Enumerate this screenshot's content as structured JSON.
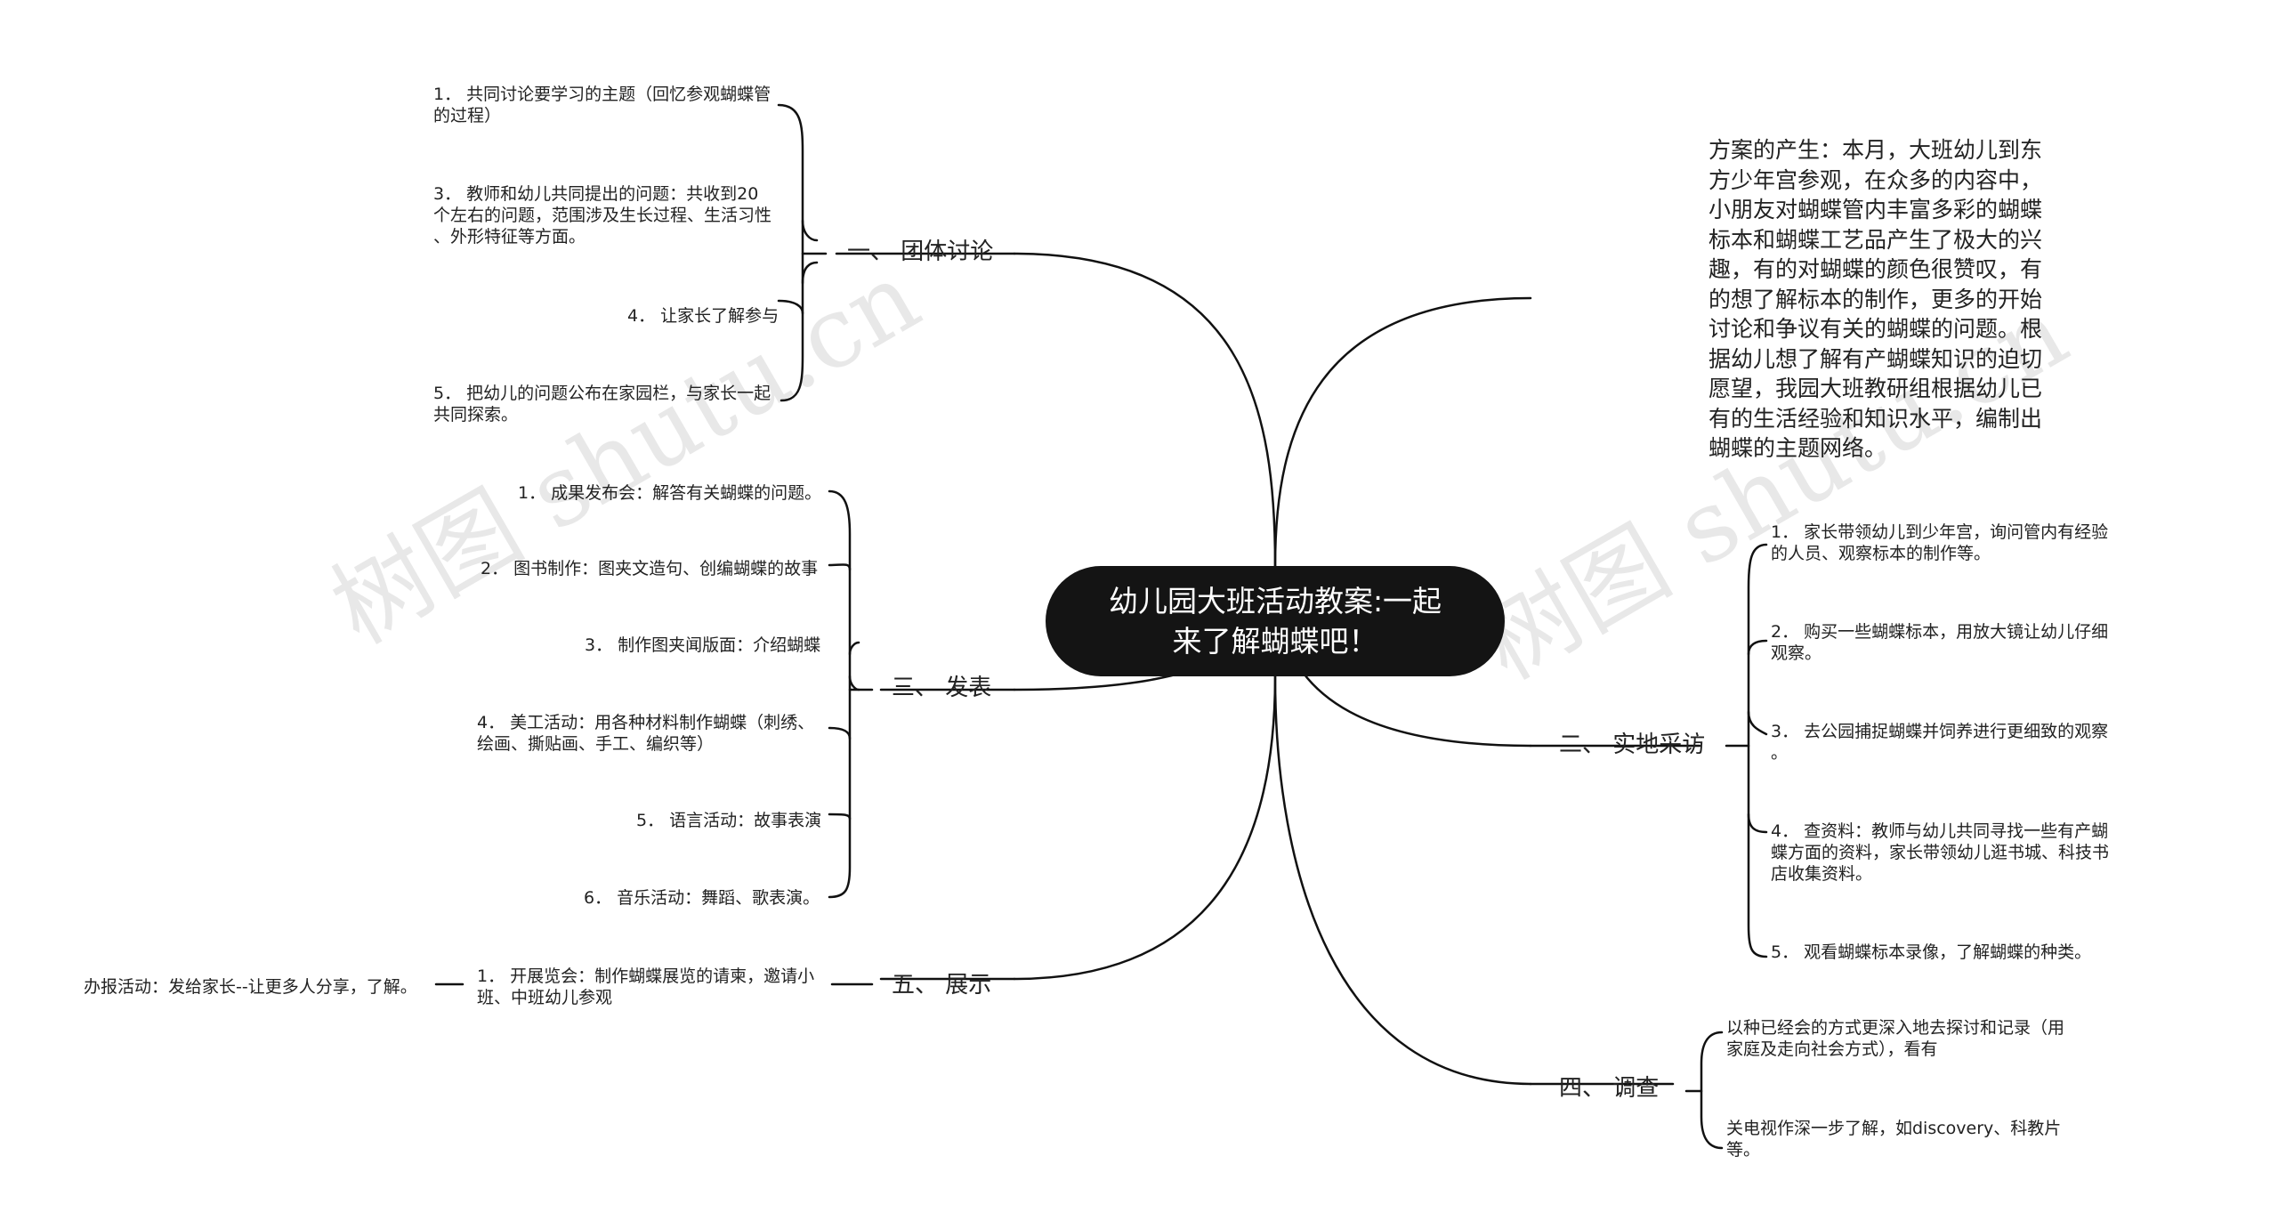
{
  "root": {
    "line1": "幼儿园大班活动教案:一起",
    "line2": "来了解蝴蝶吧！"
  },
  "branches": {
    "b1": {
      "label": "一、 团体讨论",
      "items": [
        [
          "1． 共同讨论要学习的主题（回忆参观蝴蝶管",
          "的过程）"
        ],
        [
          "3． 教师和幼儿共同提出的问题：共收到20",
          "个左右的问题，范围涉及生长过程、生活习性",
          "、外形特征等方面。"
        ],
        [
          "4． 让家长了解参与"
        ],
        [
          "5． 把幼儿的问题公布在家园栏，与家长一起",
          "共同探索。"
        ]
      ]
    },
    "b3": {
      "label": "三、 发表",
      "items": [
        [
          "1． 成果发布会：解答有关蝴蝶的问题。"
        ],
        [
          "2． 图书制作：图夹文造句、创编蝴蝶的故事"
        ],
        [
          "3． 制作图夹闻版面：介绍蝴蝶"
        ],
        [
          "4． 美工活动：用各种材料制作蝴蝶（刺绣、",
          "绘画、撕贴画、手工、编织等）"
        ],
        [
          "5． 语言活动：故事表演"
        ],
        [
          "6． 音乐活动：舞蹈、歌表演。"
        ]
      ]
    },
    "b5": {
      "label": "五、 展示",
      "items": [
        [
          "1． 开展览会：制作蝴蝶展览的请柬，邀请小",
          "班、中班幼儿参观"
        ]
      ],
      "sub": "办报活动：发给家长--让更多人分享，了解。"
    },
    "intro": {
      "lines": [
        "方案的产生：本月，大班幼儿到东",
        "方少年宫参观，在众多的内容中，",
        "小朋友对蝴蝶管内丰富多彩的蝴蝶",
        "标本和蝴蝶工艺品产生了极大的兴",
        "趣，有的对蝴蝶的颜色很赞叹，有",
        "的想了解标本的制作，更多的开始",
        "讨论和争议有关的蝴蝶的问题。根",
        "据幼儿想了解有产蝴蝶知识的迫切",
        "愿望，我园大班教研组根据幼儿已",
        "有的生活经验和知识水平，编制出",
        "蝴蝶的主题网络。"
      ]
    },
    "b2": {
      "label": "二、 实地采访",
      "items": [
        [
          "1． 家长带领幼儿到少年宫，询问管内有经验",
          "的人员、观察标本的制作等。"
        ],
        [
          "2． 购买一些蝴蝶标本，用放大镜让幼儿仔细",
          "观察。"
        ],
        [
          "3． 去公园捕捉蝴蝶并饲养进行更细致的观察",
          "。"
        ],
        [
          "4． 查资料：教师与幼儿共同寻找一些有产蝴",
          "蝶方面的资料，家长带领幼儿逛书城、科技书",
          "店收集资料。"
        ],
        [
          "5． 观看蝴蝶标本录像，了解蝴蝶的种类。"
        ]
      ]
    },
    "b4": {
      "label": "四、 调查",
      "items": [
        [
          "以种已经会的方式更深入地去探讨和记录（用",
          "家庭及走向社会方式），看有"
        ],
        [
          "关电视作深一步了解，如discovery、科教片",
          "等。"
        ]
      ]
    }
  },
  "watermark": "树图 shutu.cn",
  "colors": {
    "root_bg": "#141414",
    "line": "#111111",
    "text": "#222222"
  }
}
